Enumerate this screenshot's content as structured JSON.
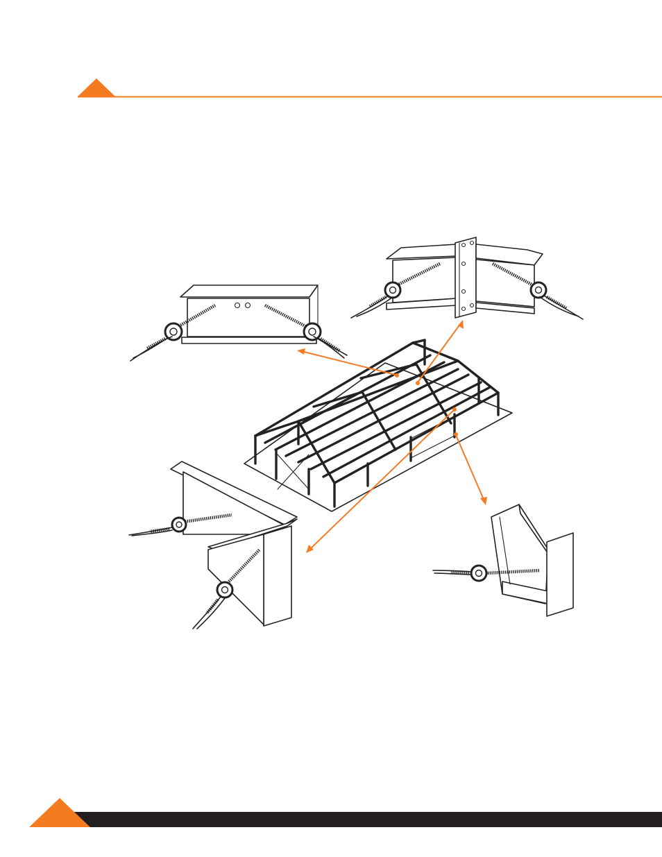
{
  "colors": {
    "accent": "#f47b20",
    "footer_bar": "#231f20",
    "line_art": "#222222"
  },
  "diagram": {
    "subject": "steel-frame-building-with-cable-bracing",
    "callouts": [
      {
        "id": "beam-web-detail",
        "icon": "i-beam-two-eye-bolts-icon"
      },
      {
        "id": "moment-connection-detail",
        "icon": "moment-connection-eye-bolts-icon"
      },
      {
        "id": "column-base-detail",
        "icon": "column-beam-eye-bolts-icon"
      },
      {
        "id": "channel-detail",
        "icon": "channel-single-eye-bolt-icon"
      }
    ]
  }
}
